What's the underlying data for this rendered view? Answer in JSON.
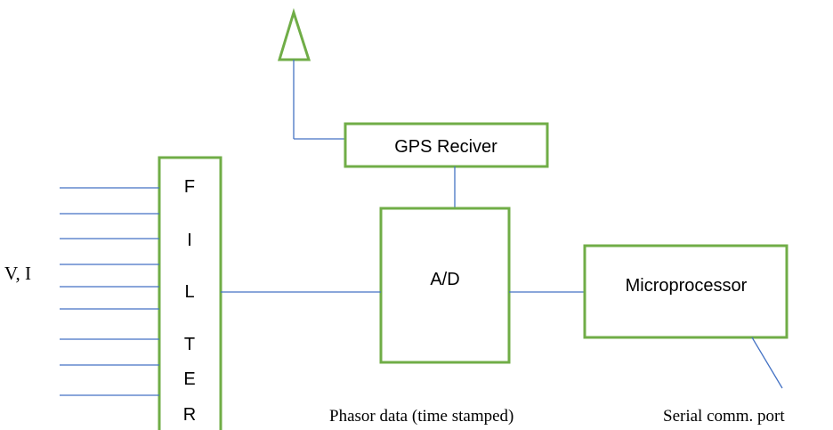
{
  "colors": {
    "box_border": "#70ad47",
    "wire": "#4472c4",
    "text": "#000000"
  },
  "blocks": {
    "gps_receiver": "GPS Reciver",
    "ad_converter": "A/D",
    "microprocessor": "Microprocessor",
    "filter_letters": [
      "F",
      "I",
      "L",
      "T",
      "E",
      "R"
    ]
  },
  "labels": {
    "inputs": "V, I",
    "phasor_output": "Phasor data (time stamped)",
    "serial_port": "Serial comm. port"
  },
  "icons": {
    "antenna": "antenna-icon"
  }
}
